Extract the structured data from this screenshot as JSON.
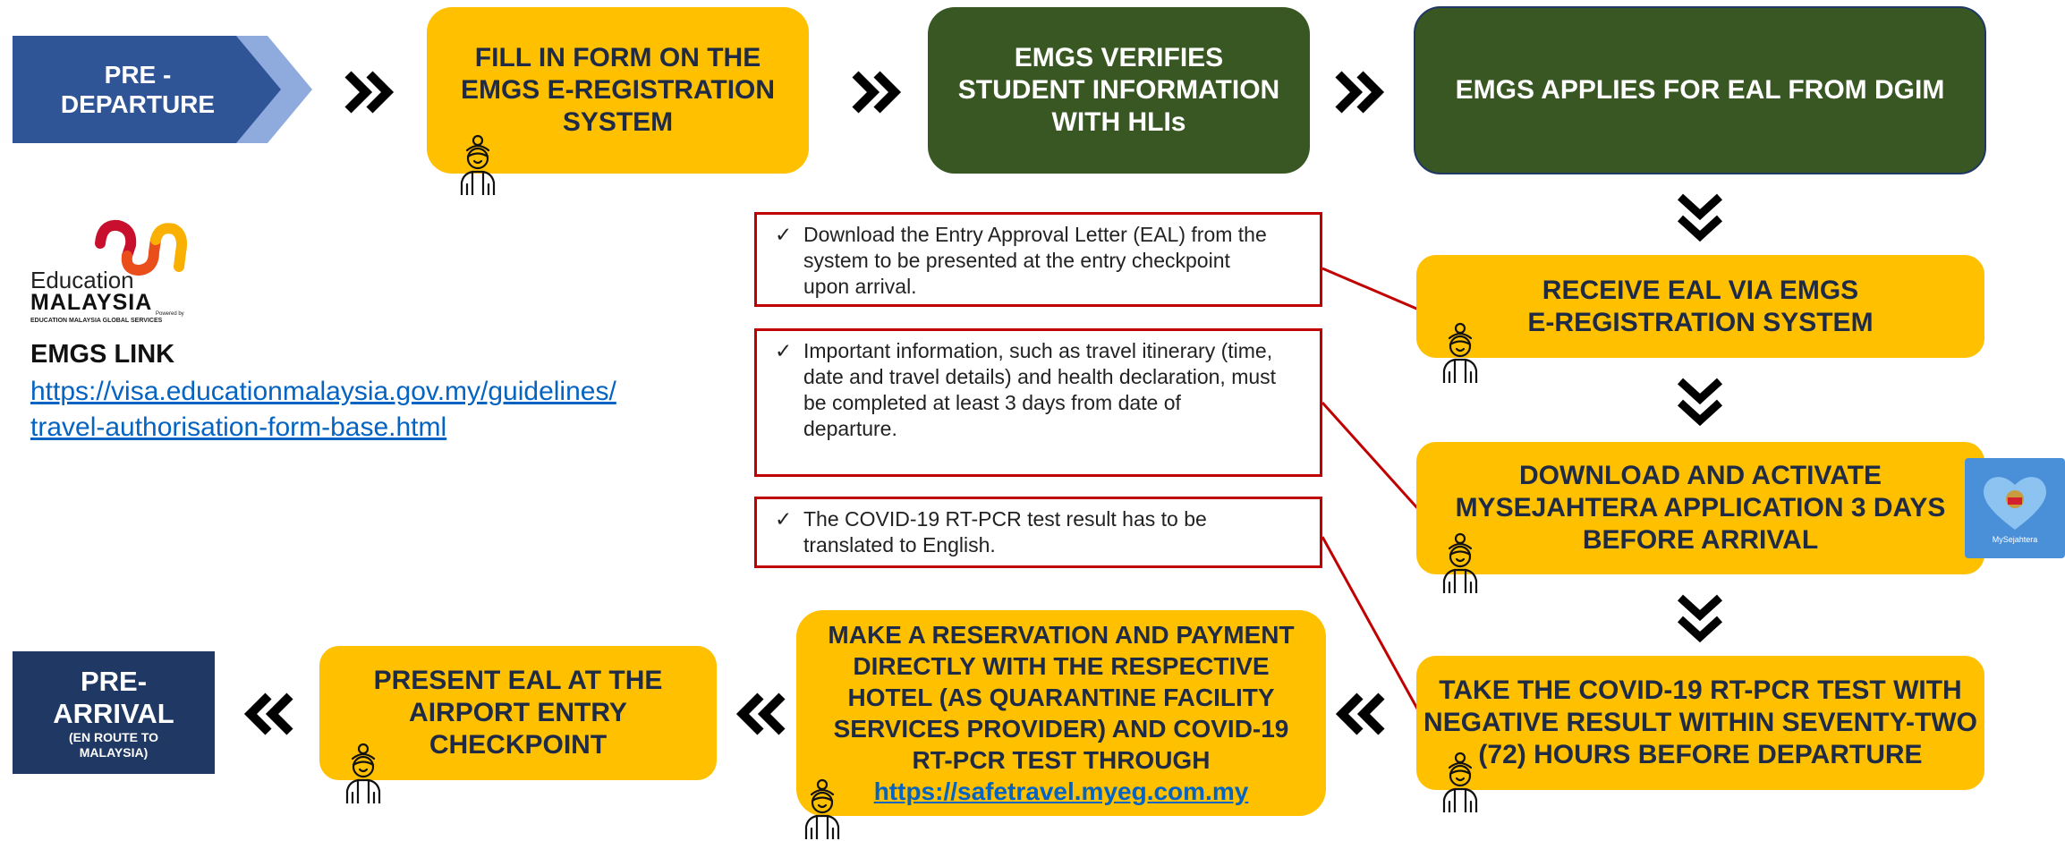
{
  "colors": {
    "yellow": "#FFC000",
    "green": "#385723",
    "navy": "#1F3864",
    "blue_arrow": "#2F5597",
    "light_arrow": "#8FAADC",
    "note_border": "#C00000",
    "link": "#0563C1"
  },
  "start_arrow": {
    "line1": "PRE -",
    "line2": "DEPARTURE"
  },
  "steps": {
    "fill_form": {
      "line1": "FILL IN FORM ON THE",
      "line2": "EMGS E-REGISTRATION",
      "line3": "SYSTEM"
    },
    "verifies": {
      "line1": "EMGS VERIFIES",
      "line2": "STUDENT INFORMATION",
      "line3": "WITH HLIs"
    },
    "applies": {
      "text": "EMGS APPLIES FOR EAL FROM DGIM"
    },
    "receive": {
      "line1": "RECEIVE EAL VIA EMGS",
      "line2": "E-REGISTRATION SYSTEM"
    },
    "download": {
      "line1": "DOWNLOAD AND ACTIVATE",
      "line2": "MYSEJAHTERA APPLICATION 3 DAYS",
      "line3": "BEFORE ARRIVAL"
    },
    "covid_test": {
      "line1": "TAKE THE COVID-19 RT-PCR TEST WITH",
      "line2": "NEGATIVE RESULT WITHIN SEVENTY-TWO",
      "line3": "(72) HOURS BEFORE DEPARTURE"
    },
    "reservation": {
      "line1": "MAKE A RESERVATION AND PAYMENT",
      "line2": "DIRECTLY WITH THE RESPECTIVE",
      "line3": "HOTEL (AS QUARANTINE FACILITY",
      "line4": "SERVICES PROVIDER) AND COVID-19",
      "line5": "RT-PCR TEST THROUGH",
      "link": "https://safetravel.myeg.com.my"
    },
    "present": {
      "line1": "PRESENT EAL AT THE",
      "line2": "AIRPORT ENTRY",
      "line3": "CHECKPOINT"
    }
  },
  "end_box": {
    "line1": "PRE-",
    "line2": "ARRIVAL",
    "line3": "(EN ROUTE TO",
    "line4": "MALAYSIA)"
  },
  "notes": [
    {
      "tick": "✓",
      "line1": "Download the Entry Approval Letter (EAL) from the",
      "line2": "system to be presented at the entry checkpoint",
      "line3": "upon arrival."
    },
    {
      "tick": "✓",
      "line1": "Important information, such as travel itinerary (time,",
      "line2": "date and travel details) and health declaration, must",
      "line3": "be completed at least 3 days from date of",
      "line4": "departure."
    },
    {
      "tick": "✓",
      "line1": "The COVID-19 RT-PCR test result has to be",
      "line2": "translated to English."
    }
  ],
  "logo": {
    "line1": "Education",
    "line2": "MALAYSIA",
    "powered": "Powered by",
    "sub": "EDUCATION MALAYSIA GLOBAL SERVICES"
  },
  "emgs": {
    "heading": "EMGS LINK",
    "link_line1": "https://visa.educationmalaysia.gov.my/guidelines/",
    "link_line2": "travel-authorisation-form-base.html"
  },
  "mysejahtera": {
    "label": "MySejahtera"
  },
  "icons": {
    "chevron_right": "double-chevron-right-icon",
    "chevron_down": "double-chevron-down-icon",
    "chevron_left": "double-chevron-left-icon",
    "person": "student-icon"
  }
}
